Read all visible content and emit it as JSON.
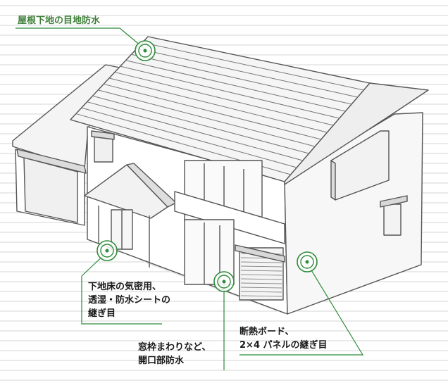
{
  "callouts": {
    "roof": {
      "lines": [
        "屋根下地の目地防水"
      ]
    },
    "floor": {
      "lines": [
        "下地床の気密用、",
        "透湿・防水シートの",
        "継ぎ目"
      ]
    },
    "window": {
      "lines": [
        "窓枠まわりなど、",
        "開口部防水"
      ]
    },
    "board": {
      "lines": [
        "断熱ボード、",
        "2×4 パネルの継ぎ目"
      ]
    }
  },
  "colors": {
    "accent_green": "#2e8b3a",
    "stripe_gray": "#d4d4d4",
    "line_art": "#555555",
    "wall_gray": "#e3e3e3"
  }
}
